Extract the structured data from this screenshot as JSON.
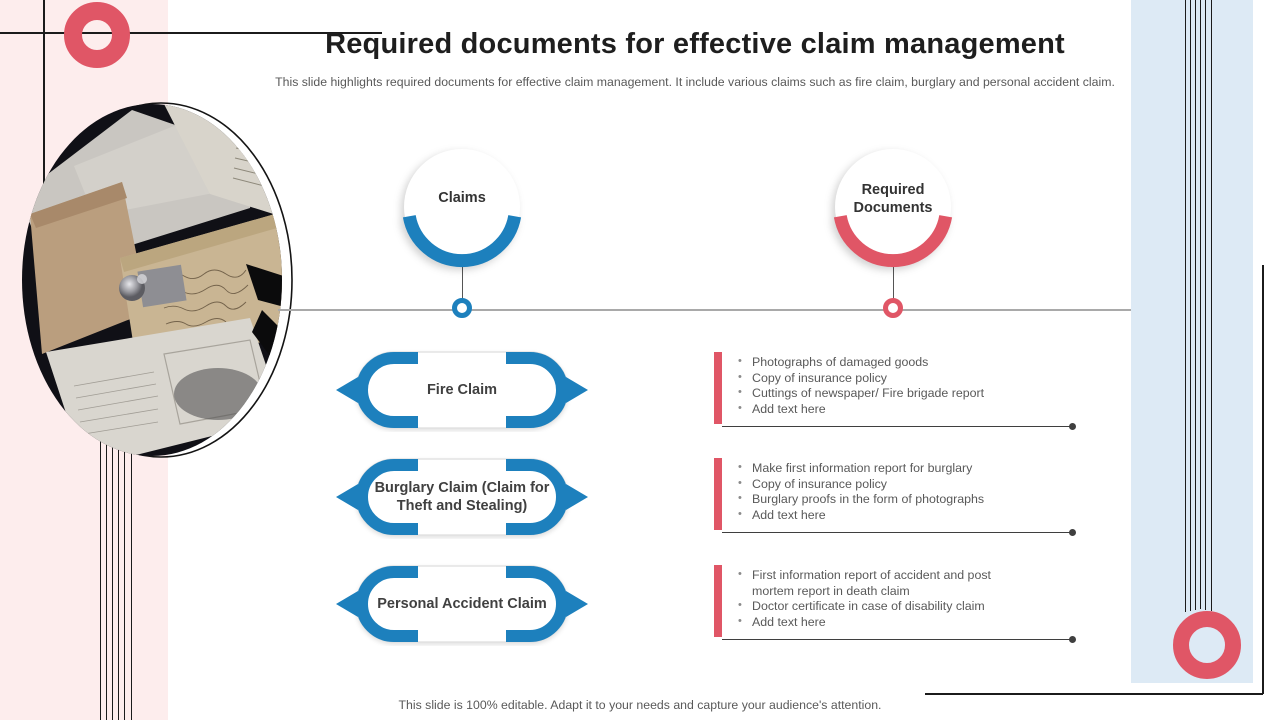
{
  "slide": {
    "title": "Required documents for effective claim management",
    "subtitle": "This slide highlights required documents for effective claim management. It include various claims such as fire claim, burglary and personal accident claim.",
    "footer_note": "This slide is 100% editable. Adapt it to your needs and capture your audience's attention."
  },
  "timeline": {
    "left_header": "Claims",
    "right_header": "Required Documents"
  },
  "claims": [
    {
      "label": "Fire Claim",
      "documents": [
        "Photographs of damaged goods",
        "Copy of insurance policy",
        "Cuttings of newspaper/ Fire brigade report",
        "Add text here"
      ]
    },
    {
      "label": "Burglary Claim (Claim for Theft and Stealing)",
      "documents": [
        "Make first information report for burglary",
        "Copy of insurance policy",
        "Burglary proofs in the form of photographs",
        "Add text here"
      ]
    },
    {
      "label": "Personal Accident Claim",
      "documents": [
        "First information report of accident and post mortem report in death claim",
        "Doctor certificate in case of disability claim",
        "Add text here"
      ]
    }
  ],
  "colors": {
    "accent_red": "#e05666",
    "accent_blue": "#1d80bd",
    "pink_panel": "#fdeded",
    "blue_panel": "#ddeaf5",
    "body_text": "#595959",
    "title_text": "#1e1e1e"
  },
  "decor": {
    "oval_photo": "old-claim-documents-photograph"
  }
}
